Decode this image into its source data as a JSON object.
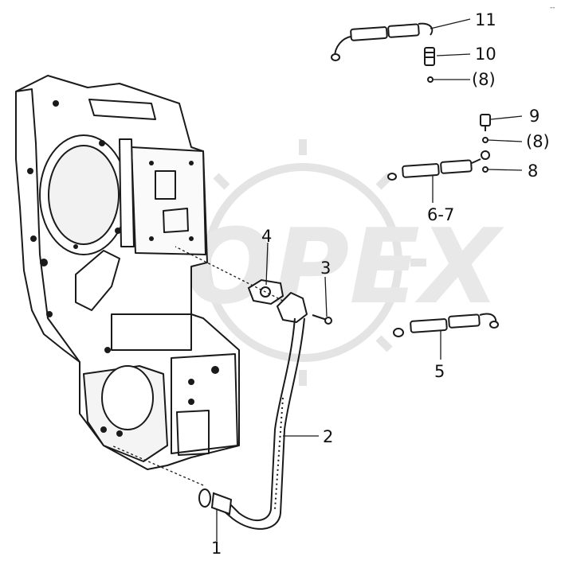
{
  "corner_mark": "--",
  "callouts": [
    {
      "id": "c11",
      "text": "11"
    },
    {
      "id": "c10",
      "text": "10"
    },
    {
      "id": "c8top",
      "text": "(8)"
    },
    {
      "id": "c9",
      "text": "9"
    },
    {
      "id": "c8mid",
      "text": "(8)"
    },
    {
      "id": "c8",
      "text": "8"
    },
    {
      "id": "c67",
      "text": "6-7"
    },
    {
      "id": "c4",
      "text": "4"
    },
    {
      "id": "c3",
      "text": "3"
    },
    {
      "id": "c5",
      "text": "5"
    },
    {
      "id": "c2",
      "text": "2"
    },
    {
      "id": "c1",
      "text": "1"
    }
  ],
  "watermark": {
    "text": "OPEX",
    "color": "#e6e6e6"
  },
  "colors": {
    "line": "#1a1a1a",
    "hose": "#2a2a2a",
    "background": "#ffffff"
  }
}
